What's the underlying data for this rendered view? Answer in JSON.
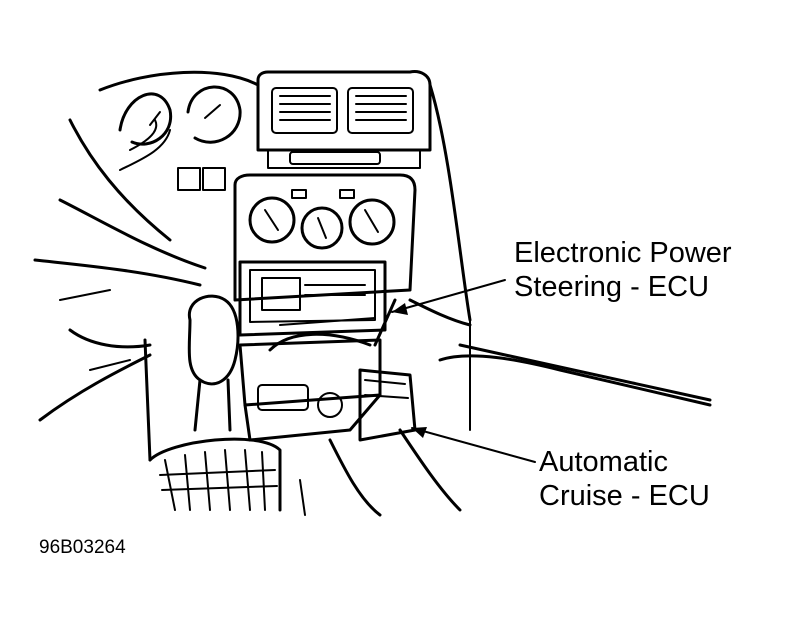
{
  "labels": {
    "eps_line1": "Electronic Power",
    "eps_line2": "Steering - ECU",
    "cruise_line1": "Automatic",
    "cruise_line2": "Cruise - ECU"
  },
  "figure_id": "96B03264",
  "colors": {
    "ink": "#000000",
    "paper": "#ffffff"
  }
}
